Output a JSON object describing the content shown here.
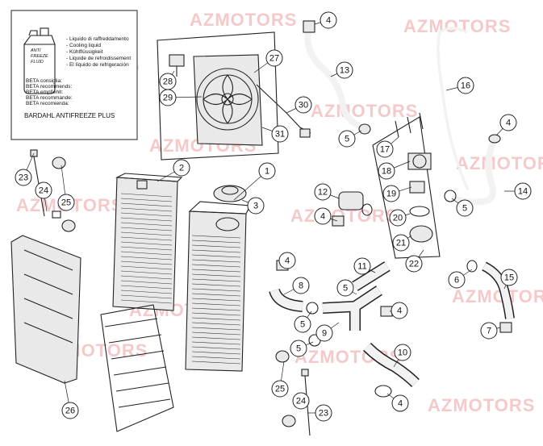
{
  "watermark": "AZMOTORS",
  "legend": {
    "can_label_lines": [
      "ANTI",
      "FREEZE",
      "FLUID"
    ],
    "lines": [
      "- Liquido di raffreddamento",
      "- Cooling liquid",
      "- Kühlflüssigkeit",
      "- Liquide de refroidissement",
      "- El líquido de refrigeración"
    ],
    "beta_lines": [
      "BETA consiglia:",
      "BETA recommends:",
      "BETA empfiehlt:",
      "BETA recommande:",
      "BETA recomienda:"
    ],
    "product": "BARDAHL ANTIFREEZE PLUS"
  },
  "callouts": [
    {
      "id": "c1",
      "label": "1"
    },
    {
      "id": "c2",
      "label": "2"
    },
    {
      "id": "c3",
      "label": "3"
    },
    {
      "id": "c4a",
      "label": "4"
    },
    {
      "id": "c4b",
      "label": "4"
    },
    {
      "id": "c4c",
      "label": "4"
    },
    {
      "id": "c4d",
      "label": "4"
    },
    {
      "id": "c4e",
      "label": "4"
    },
    {
      "id": "c4f",
      "label": "4"
    },
    {
      "id": "c5a",
      "label": "5"
    },
    {
      "id": "c5b",
      "label": "5"
    },
    {
      "id": "c5c",
      "label": "5"
    },
    {
      "id": "c5d",
      "label": "5"
    },
    {
      "id": "c5e",
      "label": "5"
    },
    {
      "id": "c6",
      "label": "6"
    },
    {
      "id": "c7",
      "label": "7"
    },
    {
      "id": "c8",
      "label": "8"
    },
    {
      "id": "c9",
      "label": "9"
    },
    {
      "id": "c10",
      "label": "10"
    },
    {
      "id": "c11",
      "label": "11"
    },
    {
      "id": "c12",
      "label": "12"
    },
    {
      "id": "c13",
      "label": "13"
    },
    {
      "id": "c14",
      "label": "14"
    },
    {
      "id": "c15",
      "label": "15"
    },
    {
      "id": "c16",
      "label": "16"
    },
    {
      "id": "c17",
      "label": "17"
    },
    {
      "id": "c18",
      "label": "18"
    },
    {
      "id": "c19",
      "label": "19"
    },
    {
      "id": "c20",
      "label": "20"
    },
    {
      "id": "c21",
      "label": "21"
    },
    {
      "id": "c22",
      "label": "22"
    },
    {
      "id": "c23a",
      "label": "23"
    },
    {
      "id": "c23b",
      "label": "23"
    },
    {
      "id": "c24a",
      "label": "24"
    },
    {
      "id": "c24b",
      "label": "24"
    },
    {
      "id": "c25a",
      "label": "25"
    },
    {
      "id": "c25b",
      "label": "25"
    },
    {
      "id": "c26",
      "label": "26"
    },
    {
      "id": "c27",
      "label": "27"
    },
    {
      "id": "c28",
      "label": "28"
    },
    {
      "id": "c29",
      "label": "29"
    },
    {
      "id": "c30",
      "label": "30"
    },
    {
      "id": "c31",
      "label": "31"
    }
  ]
}
